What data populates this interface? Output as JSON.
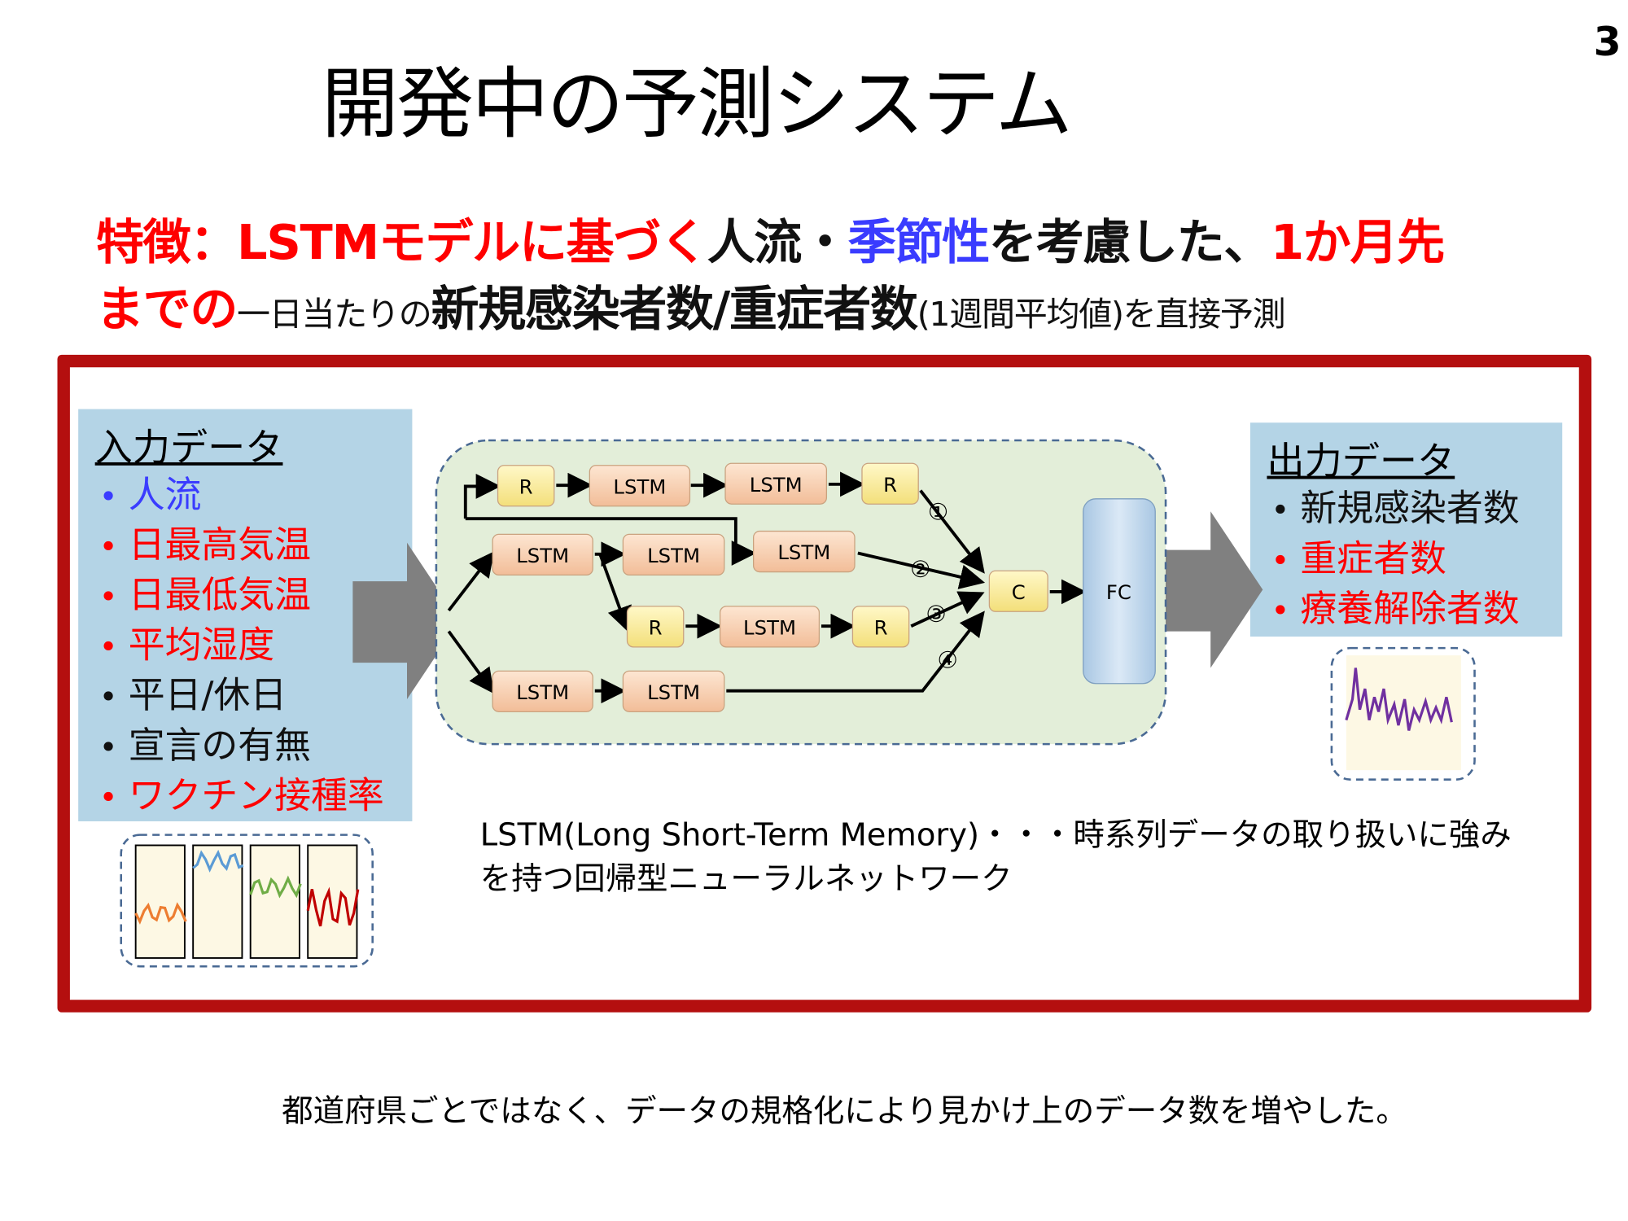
{
  "page_number": "3",
  "title": "開発中の予測システム",
  "feature": {
    "l1_a": "特徴：LSTMモデルに基づく",
    "l1_b": "人流・",
    "l1_c": "季節性",
    "l1_d": "を考慮した、",
    "l1_e": "1か月先",
    "l2_a": "までの",
    "l2_b": "一日当たりの",
    "l2_c": "新規感染者数/重症者数",
    "l2_d": "(1週間平均値)を直接予測"
  },
  "input": {
    "title": "入力データ",
    "items": [
      {
        "label": "人流",
        "color": "#3a3cff"
      },
      {
        "label": "日最高気温",
        "color": "#ff0000"
      },
      {
        "label": "日最低気温",
        "color": "#ff0000"
      },
      {
        "label": "平均湿度",
        "color": "#ff0000"
      },
      {
        "label": "平日/休日",
        "color": "#111111"
      },
      {
        "label": "宣言の有無",
        "color": "#111111"
      },
      {
        "label": "ワクチン接種率",
        "color": "#ff0000"
      }
    ]
  },
  "output": {
    "title": "出力データ",
    "items": [
      {
        "label": "新規感染者数",
        "color": "#111111"
      },
      {
        "label": "重症者数",
        "color": "#ff0000"
      },
      {
        "label": "療養解除者数",
        "color": "#ff0000"
      }
    ]
  },
  "network": {
    "r": "R",
    "lstm": "LSTM",
    "c": "C",
    "fc": "FC",
    "paths": [
      "①",
      "②",
      "③",
      "④"
    ]
  },
  "description": {
    "l1": "LSTM(Long Short-Term Memory)・・・時系列データの取り扱いに強み",
    "l2": "を持つ回帰型ニューラルネットワーク"
  },
  "note": "都道府県ごとではなく、データの規格化により見かけ上のデータ数を増やした。",
  "colors": {
    "frame": "#b40f0f",
    "panel": "#b4d4e6",
    "net_bg": "#e3eed9"
  }
}
